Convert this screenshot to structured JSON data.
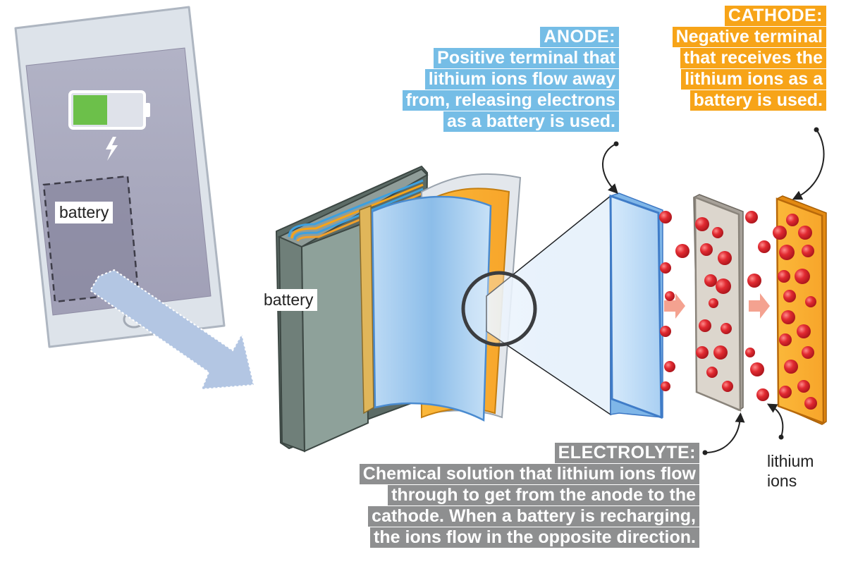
{
  "labels": {
    "phone_battery": "battery",
    "cell_battery": "battery",
    "lithium_ions": [
      "lithium",
      "ions"
    ]
  },
  "callouts": {
    "anode": {
      "heading": "ANODE:",
      "lines": [
        "Positive terminal that",
        "lithium ions flow away",
        "from, releasing electrons",
        "as a battery is used."
      ]
    },
    "cathode": {
      "heading": "CATHODE:",
      "lines": [
        "Negative terminal",
        "that receives the",
        "lithium ions as a",
        "battery is used."
      ]
    },
    "electrolyte": {
      "heading": "ELECTROLYTE:",
      "lines": [
        "Chemical solution that lithium ions flow",
        "through to get from the anode to the",
        "cathode. When a battery is recharging,",
        "the ions flow in the opposite direction."
      ]
    }
  },
  "colors": {
    "anode": "#75bde6",
    "cathode": "#f7a418",
    "electrolyte": "#8e8f90",
    "ion": "#d8262e",
    "battery_charge": "#6cc04a",
    "arrow": "#b3c6e3"
  }
}
